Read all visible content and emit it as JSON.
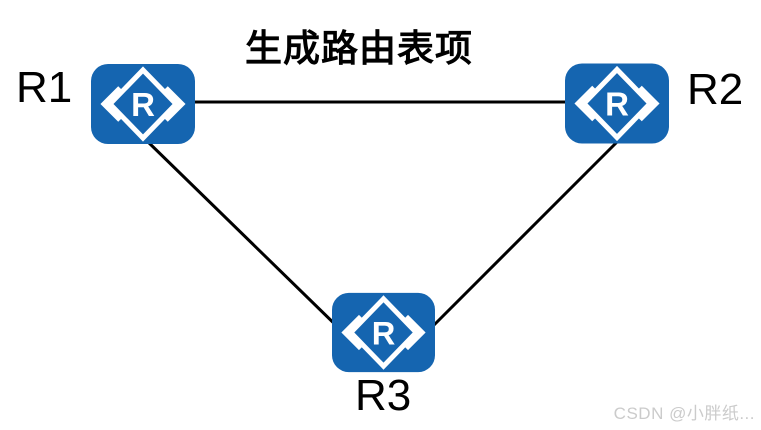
{
  "title": "生成路由表项",
  "diagram": {
    "icon_letter": "R",
    "nodes": [
      {
        "id": "R1",
        "label": "R1",
        "type": "router"
      },
      {
        "id": "R2",
        "label": "R2",
        "type": "router"
      },
      {
        "id": "R3",
        "label": "R3",
        "type": "router"
      }
    ],
    "links": [
      {
        "from": "R1",
        "to": "R2"
      },
      {
        "from": "R1",
        "to": "R3"
      },
      {
        "from": "R2",
        "to": "R3"
      }
    ]
  },
  "watermark": "CSDN @小胖纸...",
  "colors": {
    "router_blue": "#1565b0",
    "link_line": "#000000",
    "watermark_gray": "#cbcbcb"
  }
}
